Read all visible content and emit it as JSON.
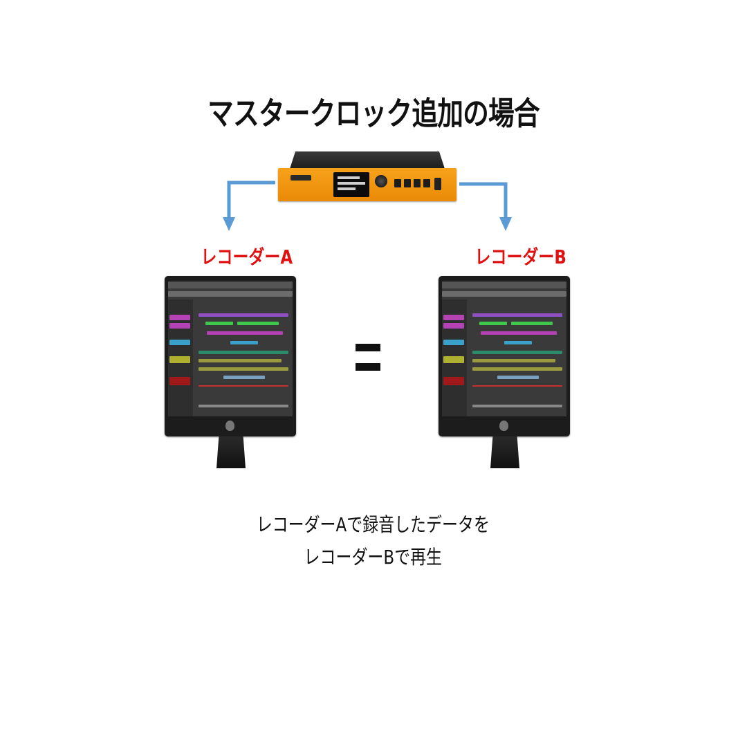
{
  "title": "マスタークロック追加の場合",
  "labels": {
    "recorder_a": "レコーダーA",
    "recorder_b": "レコーダーB"
  },
  "equals_sign": "=",
  "caption": {
    "line1": "レコーダーAで録音したデータを",
    "line2": "レコーダーBで再生"
  },
  "icons": {
    "master_clock": "master-clock-unit-icon",
    "monitor": "desktop-monitor-icon",
    "arrow": "down-arrow-icon"
  },
  "colors": {
    "title": "#111111",
    "label": "#e01010",
    "arrow": "#5b9bd5",
    "device_front": "#f39a12"
  }
}
